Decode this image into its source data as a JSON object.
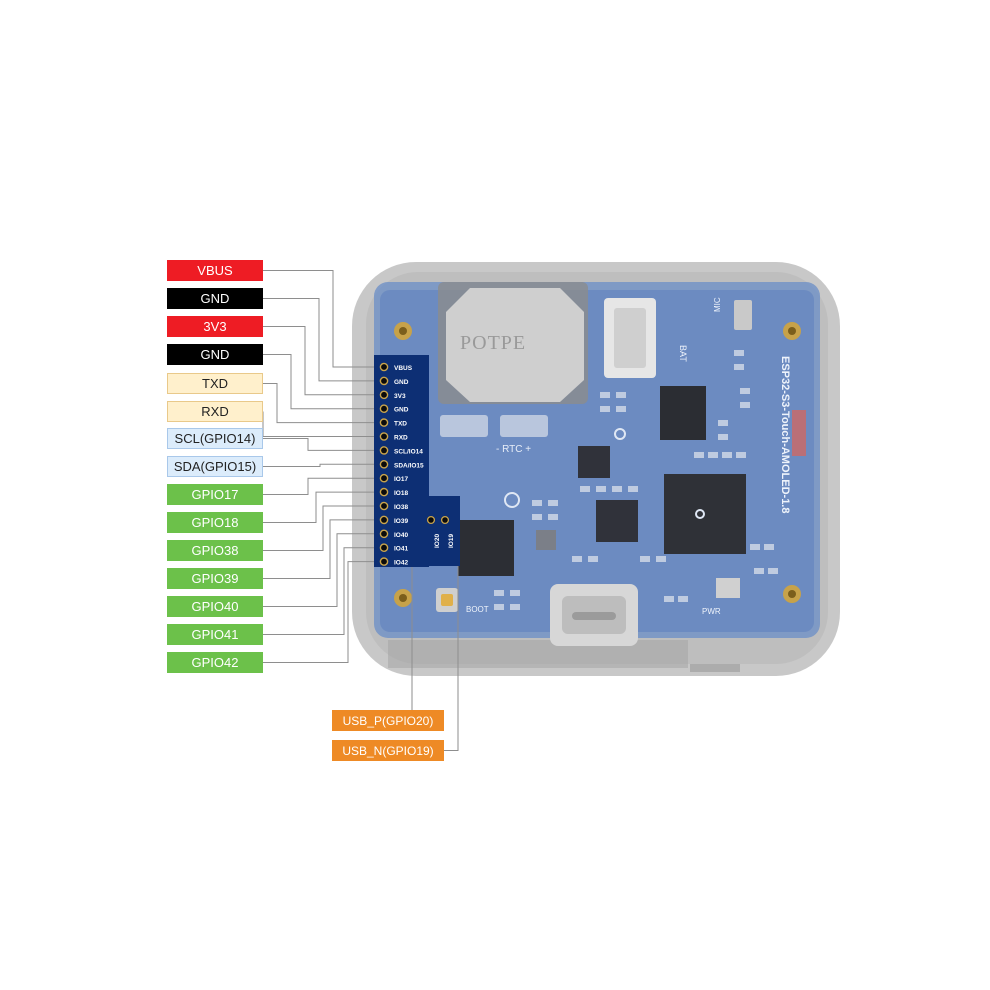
{
  "pin_labels": [
    {
      "text": "VBUS",
      "group": "power"
    },
    {
      "text": "GND",
      "group": "ground"
    },
    {
      "text": "3V3",
      "group": "power"
    },
    {
      "text": "GND",
      "group": "ground"
    },
    {
      "text": "TXD",
      "group": "uart"
    },
    {
      "text": "RXD",
      "group": "uart"
    },
    {
      "text": "SCL(GPIO14)",
      "group": "i2c"
    },
    {
      "text": "SDA(GPIO15)",
      "group": "i2c"
    },
    {
      "text": "GPIO17",
      "group": "gpio"
    },
    {
      "text": "GPIO18",
      "group": "gpio"
    },
    {
      "text": "GPIO38",
      "group": "gpio"
    },
    {
      "text": "GPIO39",
      "group": "gpio"
    },
    {
      "text": "GPIO40",
      "group": "gpio"
    },
    {
      "text": "GPIO41",
      "group": "gpio"
    },
    {
      "text": "GPIO42",
      "group": "gpio"
    }
  ],
  "header_silkscreen": [
    "VBUS",
    "GND",
    "3V3",
    "GND",
    "TXD",
    "RXD",
    "SCL/IO14",
    "SDA/IO15",
    "IO17",
    "IO18",
    "IO38",
    "IO39",
    "IO40",
    "IO41",
    "IO42"
  ],
  "usb_pads": [
    "IO20",
    "IO19"
  ],
  "usb_labels": [
    "USB_P(GPIO20)",
    "USB_N(GPIO19)"
  ],
  "board": {
    "silkscreen_title": "ESP32-S3-Touch-AMOLED-1.8",
    "rtc_label": "- RTC +",
    "bat_label": "BAT",
    "mic_label": "MIC",
    "boot_label": "BOOT",
    "pwr_label": "PWR",
    "battery_mark": "POTPE"
  },
  "colors": {
    "power": "#ee1c24",
    "ground": "#000000",
    "uart": "#fff0cc",
    "i2c": "#dcecfb",
    "gpio": "#6cc14a",
    "usb": "#ee8a25",
    "pcb": "#3f67a8",
    "header": "#0d2f74",
    "case": "#8a8a8a"
  }
}
